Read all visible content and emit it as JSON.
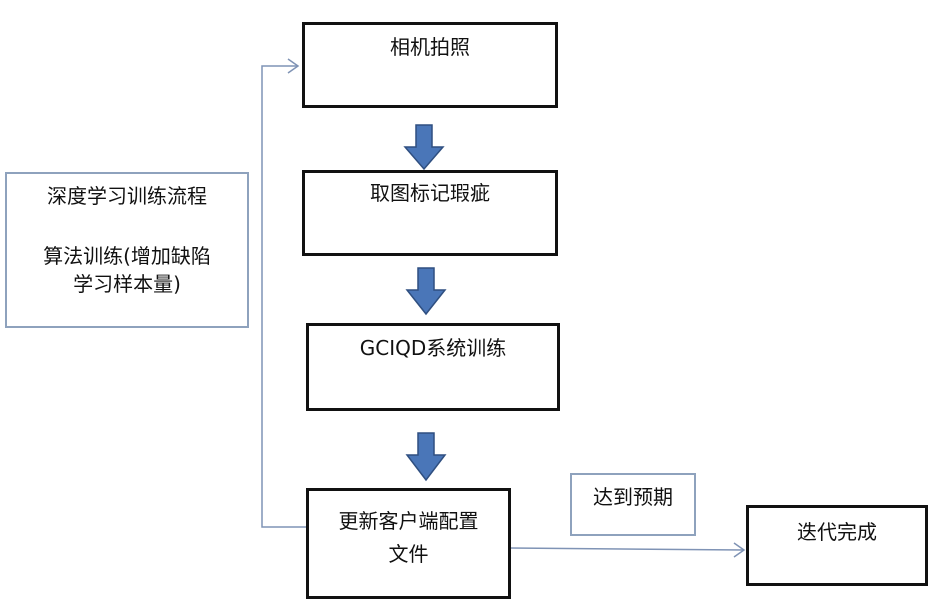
{
  "nodes": {
    "camera": "相机拍照",
    "mark": "取图标记瑕疵",
    "train": "GCIQD系统训练",
    "update": "更新客户端配置\n文件",
    "done": "迭代完成"
  },
  "side_note": {
    "title": "深度学习训练流程",
    "body": "算法训练(增加缺陷\n学习样本量)"
  },
  "condition_label": "达到预期",
  "colors": {
    "arrow_fill": "#4a76b8",
    "arrow_stroke": "#2f4f80",
    "connector": "#7f93b5"
  }
}
